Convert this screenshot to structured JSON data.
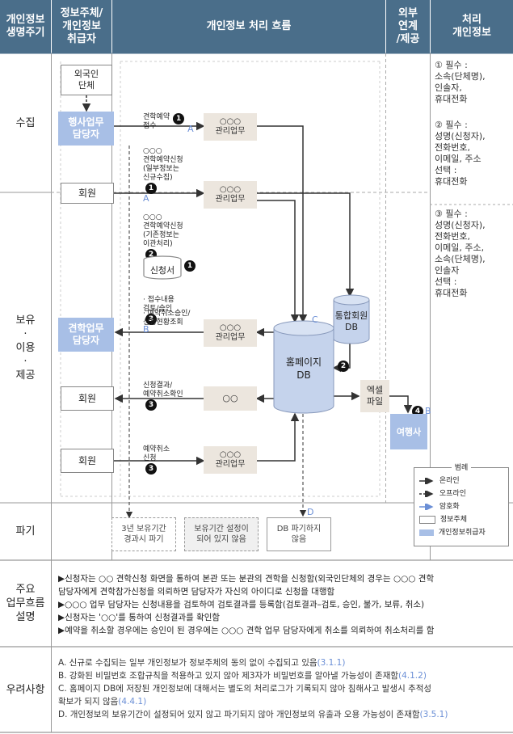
{
  "headers": {
    "lifecycle": "개인정보\n생명주기",
    "subject": "정보주체/\n개인정보\n취급자",
    "flow": "개인정보 처리 흐름",
    "external": "외부\n연계\n/제공",
    "processed": "처리\n개인정보"
  },
  "rows": {
    "collect": "수집",
    "retain": "보유\n·\n이용\n·\n제공",
    "destroy": "파기",
    "main_flow": "주요\n업무흐름\n설명",
    "concerns": "우려사항"
  },
  "actors": {
    "foreign_group": "외국인\n단체",
    "admin_staff": "행사업무\n담당자",
    "member1": "회원",
    "tour_staff": "견학업무\n담당자",
    "member2": "회원",
    "member3": "회원"
  },
  "processes": {
    "p1": "○○○\n관리업무",
    "p2": "○○○\n관리업무",
    "p3": "○○○\n관리업무",
    "p4": "○○",
    "p5": "○○○\n관리업무"
  },
  "notes": {
    "n1": "견학예약\n접수",
    "n2": "○○○\n견학예약신청\n(일부정보는\n신규수집)",
    "n3": "○○○\n견학예약신청\n(기존정보는\n이관처리)",
    "n4": "· 접수내용\n  검토/승인",
    "n5": "· 예약취소승인/\n  신청현황조회",
    "n6": "신청결과/\n예약취소확인",
    "n7": "예약취소\n신청",
    "form": "신청서"
  },
  "markers": {
    "m1": "1",
    "m2": "1",
    "m3": "2",
    "m4": "1",
    "m5": "3",
    "m6": "3",
    "m7": "3",
    "m8": "2",
    "m9": "4"
  },
  "letters": {
    "a1": "A",
    "a2": "A",
    "b1": "B",
    "c": "C",
    "b2": "B",
    "d": "D"
  },
  "stores": {
    "integrated_db": "통합회원\nDB",
    "homepage_db": "홈페이지\nDB",
    "excel": "엑셀\n파일",
    "travel": "여행사"
  },
  "destroy_boxes": {
    "d1": "3년 보유기간\n경과시 파기",
    "d2": "보유기간 설정이\n되어 있지 않음",
    "d3": "DB 파기하지\n않음"
  },
  "legend": {
    "title": "범례",
    "online": "온라인",
    "offline": "오프라인",
    "encrypt": "암호화",
    "subject": "정보주체",
    "handler": "개인정보취급자"
  },
  "info": {
    "i1": "① 필수 :\n  소속(단체명),\n  인솔자,\n  휴대전화",
    "i2": "② 필수 :\n  성명(신청자),\n  전화번호,\n  이메일, 주소\n  선택 :\n  휴대전화",
    "i3": "③ 필수 :\n  성명(신청자),\n  전화번호,\n  이메일, 주소,\n  소속(단체명),\n  인솔자\n  선택 :\n  휴대전화"
  },
  "description": [
    "▶신청자는 ○○ 견학신청 화면을 통하여 본관 또는 분관의 견학을 신청함(외국인단체의 경우는 ○○○ 견학\n   담당자에게 견학참가신청을 의뢰하면 담당자가 자신의 아이디로 신청을 대행함",
    "▶○○○ 업무 담당자는 신청내용을 검토하여 검토결과를 등록함(검토결과–검토, 승인, 불가, 보류, 취소)",
    "▶신청자는 '○○'를 통하여 신청결과를 확인함",
    "▶예약을 취소할 경우에는 승인이 된 경우에는 ○○○ 견학 업무 담당자에게 취소를 의뢰하여 취소처리를 함"
  ],
  "risks": [
    {
      "text": "A. 신규로 수집되는 일부 개인정보가 정보주체의 동의 없이 수집되고 있음",
      "ref": "(3.1.1)"
    },
    {
      "text": "B. 강화된 비밀번호 조합규칙을 적용하고 있지 않아 제3자가 비밀번호를 알아낼 가능성이 존재함",
      "ref": "(4.1.2)"
    },
    {
      "text": "C. 홈페이지 DB에 저장된 개인정보에 대해서는 별도의 처리로그가 기록되지 않아 침해사고 발생시 추적성\n   확보가 되지 않음",
      "ref": "(4.4.1)"
    },
    {
      "text": "D. 개인정보의 보유기간이 설정되어 있지 않고 파기되지 않아 개인정보의 유출과 오용 가능성이 존재함",
      "ref": "(3.5.1)"
    }
  ],
  "colors": {
    "header": "#4a6e8a",
    "handler": "#a8bfe6",
    "process": "#ece6de",
    "db": "#c5d3ec",
    "letter": "#6b8fd6"
  }
}
